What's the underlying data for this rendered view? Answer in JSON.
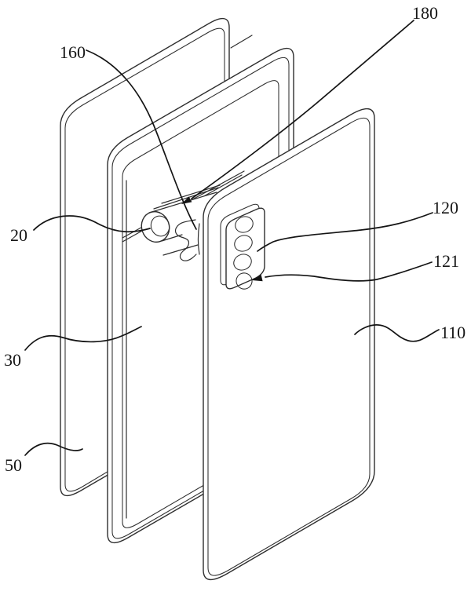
{
  "figure": {
    "type": "patent-exploded-view-drawing",
    "labels": {
      "l180": "180",
      "l160": "160",
      "l20": "20",
      "l30": "30",
      "l50": "50",
      "l120": "120",
      "l121": "121",
      "l110": "110"
    },
    "colors": {
      "line": "#2e2e2e",
      "leader": "#141414",
      "background": "#ffffff"
    }
  }
}
